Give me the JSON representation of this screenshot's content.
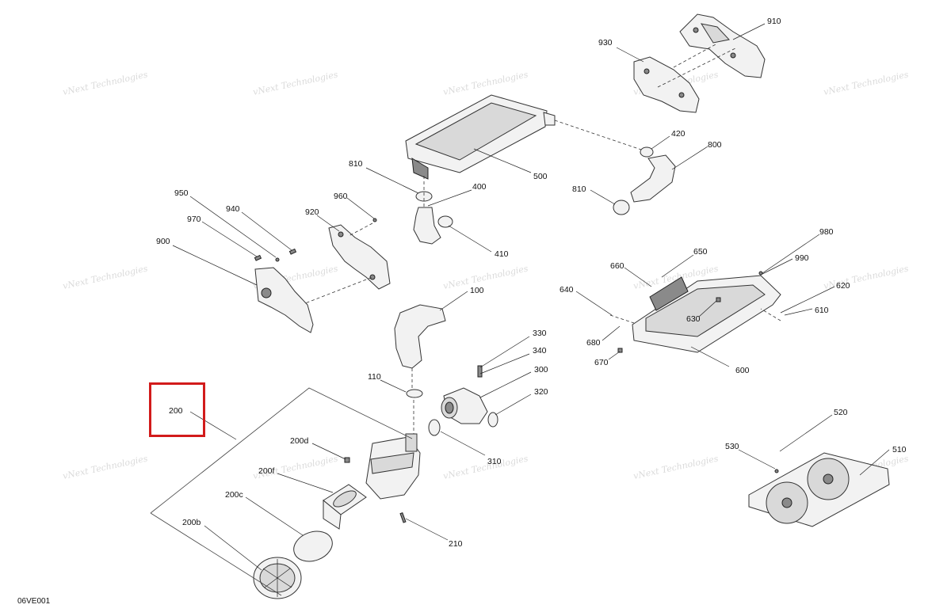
{
  "diagram": {
    "drawing_code": "06VE001",
    "watermark": {
      "line1": "vNext",
      "line2": "Technologies",
      "full": "vNext Technologies"
    },
    "highlighted_callout": "200",
    "callouts": [
      "910",
      "930",
      "420",
      "800",
      "500",
      "810",
      "810",
      "400",
      "410",
      "950",
      "940",
      "960",
      "920",
      "970",
      "900",
      "980",
      "990",
      "650",
      "660",
      "620",
      "610",
      "640",
      "630",
      "100",
      "680",
      "670",
      "600",
      "330",
      "340",
      "300",
      "320",
      "110",
      "200",
      "200d",
      "200f",
      "200c",
      "200b",
      "310",
      "210",
      "520",
      "530",
      "510"
    ]
  }
}
